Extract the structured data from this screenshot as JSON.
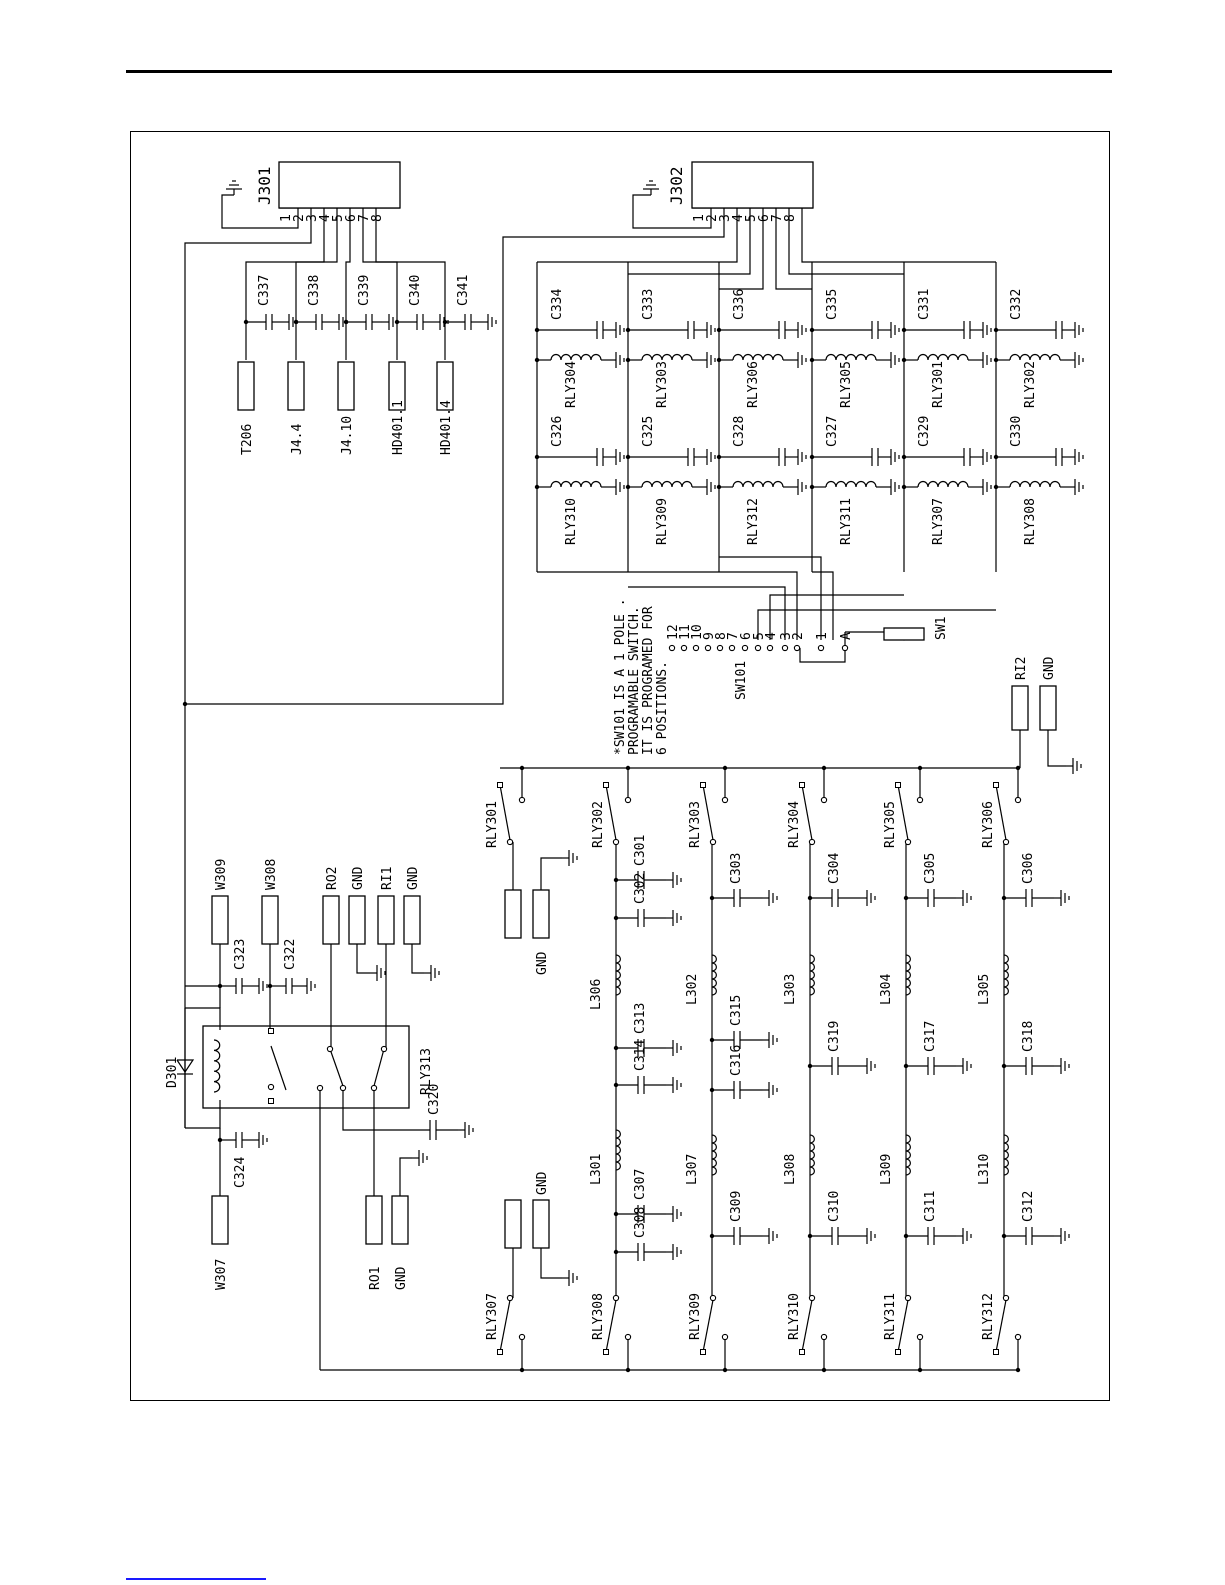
{
  "connectors": {
    "j301": {
      "ref": "J301",
      "pins": [
        "1",
        "2",
        "3",
        "4",
        "5",
        "6",
        "7",
        "8"
      ]
    },
    "j302": {
      "ref": "J302",
      "pins": [
        "1",
        "2",
        "3",
        "4",
        "5",
        "6",
        "7",
        "8"
      ]
    },
    "sw1": {
      "ref": "SW1"
    },
    "ports_top": [
      "T206",
      "J4.4",
      "J4.10",
      "HD401.1",
      "HD401.4"
    ],
    "ports_left_top": [
      "W309",
      "W308",
      "RO2",
      "GND",
      "RI1",
      "GND"
    ],
    "ports_left_bottom": [
      "W307",
      "RO1",
      "GND"
    ],
    "ports_mid": [
      "GND",
      "GND",
      "RI2",
      "GND"
    ]
  },
  "switch_note": {
    "lines": [
      "*SW101 IS A 1 POLE .",
      "PROGRAMABLE SWITCH.",
      "IT IS PROGRAMED FOR",
      "6 POSITIONS."
    ],
    "ref": "SW101",
    "positions": [
      "12",
      "11",
      "10",
      "9",
      "8",
      "7",
      "6",
      "5",
      "4",
      "3",
      "2",
      "1",
      "A"
    ]
  },
  "top_caps": [
    "C337",
    "C338",
    "C339",
    "C340",
    "C341"
  ],
  "relay_bank_rows": [
    {
      "cap_a": "C334",
      "relay_a": "RLY304",
      "cap_b": "C326",
      "relay_b": "RLY310"
    },
    {
      "cap_a": "C333",
      "relay_a": "RLY303",
      "cap_b": "C325",
      "relay_b": "RLY309"
    },
    {
      "cap_a": "C336",
      "relay_a": "RLY306",
      "cap_b": "C328",
      "relay_b": "RLY312"
    },
    {
      "cap_a": "C335",
      "relay_a": "RLY305",
      "cap_b": "C327",
      "relay_b": "RLY311"
    },
    {
      "cap_a": "C331",
      "relay_a": "RLY301",
      "cap_b": "C329",
      "relay_b": "RLY307"
    },
    {
      "cap_a": "C332",
      "relay_a": "RLY302",
      "cap_b": "C330",
      "relay_b": "RLY308"
    }
  ],
  "filter_rows": [
    {
      "relay_top": "RLY301",
      "relay_bottom": "RLY307",
      "parts": []
    },
    {
      "relay_top": "RLY302",
      "relay_bottom": "RLY308",
      "parts": [
        "C301",
        "C302",
        "L306",
        "C313",
        "L301",
        "C314",
        "C307",
        "C308"
      ]
    },
    {
      "relay_top": "RLY303",
      "relay_bottom": "RLY309",
      "parts": [
        "C303",
        "L302",
        "C315",
        "C316",
        "L307",
        "C309"
      ]
    },
    {
      "relay_top": "RLY304",
      "relay_bottom": "RLY310",
      "parts": [
        "C304",
        "L303",
        "C319",
        "L308",
        "C310"
      ]
    },
    {
      "relay_top": "RLY305",
      "relay_bottom": "RLY311",
      "parts": [
        "C305",
        "L304",
        "C317",
        "L309",
        "C311"
      ]
    },
    {
      "relay_top": "RLY306",
      "relay_bottom": "RLY312",
      "parts": [
        "C306",
        "L305",
        "C318",
        "L310",
        "C312"
      ]
    }
  ],
  "left_block": {
    "diode": "D301",
    "relay": "RLY313",
    "caps": [
      "C323",
      "C322",
      "C324",
      "C320"
    ]
  }
}
